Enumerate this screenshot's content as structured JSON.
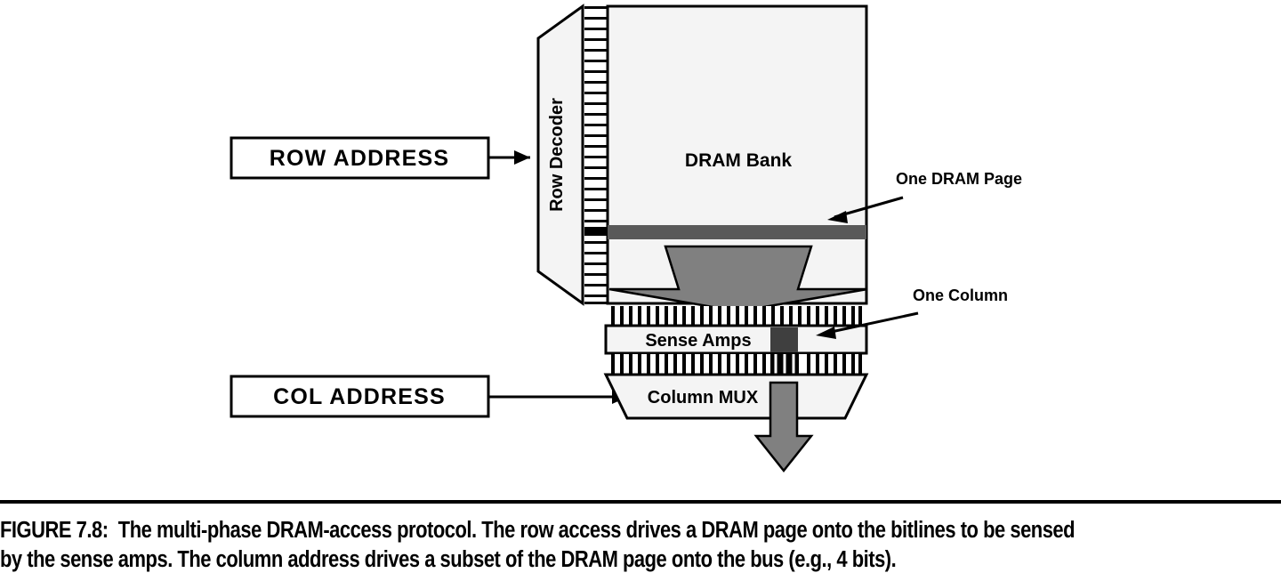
{
  "figure": {
    "number_label": "FIGURE 7.8:",
    "caption": "The multi-phase DRAM-access protocol. The row access drives a DRAM page onto the bitlines to be sensed by the sense amps. The column address drives a subset of the DRAM page onto the bus (e.g., 4 bits)."
  },
  "diagram": {
    "row_address_box": {
      "label": "ROW ADDRESS"
    },
    "col_address_box": {
      "label": "COL ADDRESS"
    },
    "row_decoder": {
      "label": "Row Decoder"
    },
    "dram_bank": {
      "label": "DRAM Bank"
    },
    "sense_amps": {
      "label": "Sense Amps"
    },
    "column_mux": {
      "label": "Column MUX"
    },
    "callouts": [
      {
        "label": "One DRAM Page"
      },
      {
        "label": "One Column"
      }
    ]
  },
  "colors": {
    "outline": "#000000",
    "block_fill": "#f4f4f4",
    "page_bar": "#595959",
    "funnel_arrow": "#808080",
    "column_block": "#3f3f3f",
    "bus_arrow": "#808080",
    "background": "#ffffff"
  }
}
